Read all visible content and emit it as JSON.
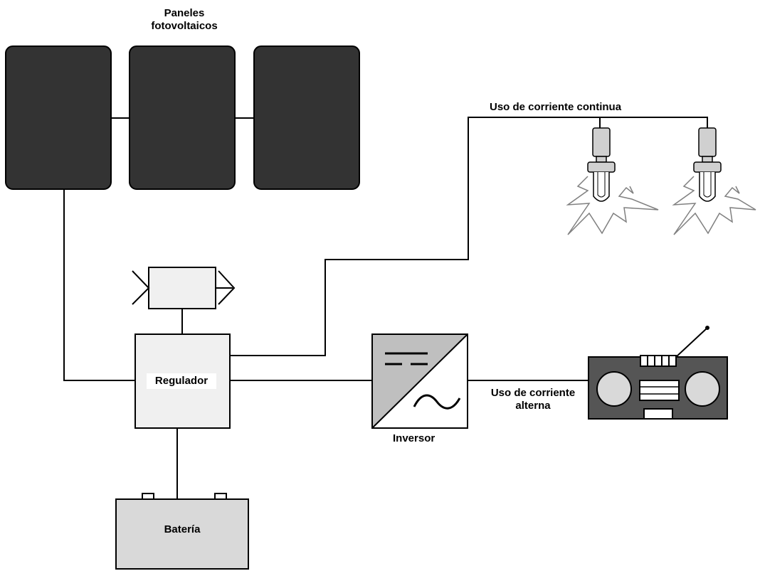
{
  "labels": {
    "panels": "Paneles fotovoltaicos",
    "dc_use": "Uso de corriente continua",
    "regulator": "Regulador",
    "inverter": "Inversor",
    "ac_use": "Uso de corriente alterna",
    "battery": "Batería"
  },
  "colors": {
    "panel": "#333333",
    "box": "#f0f0f0",
    "battery": "#d9d9d9",
    "inverter_shade": "#bfbfbf",
    "radio": "#555555",
    "bulb": "#d0d0d0"
  }
}
